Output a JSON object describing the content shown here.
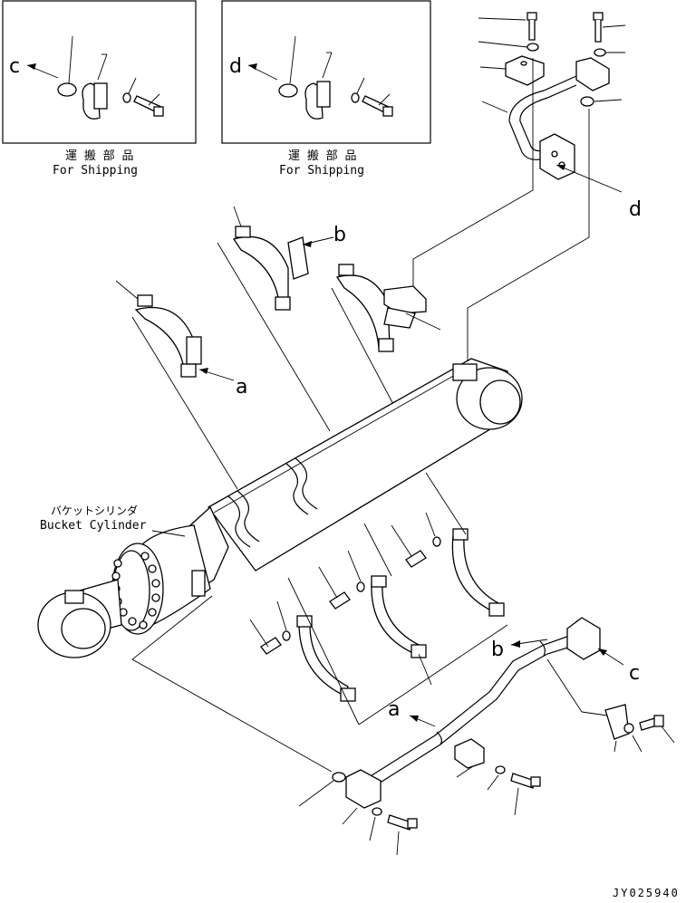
{
  "shipping_boxes": [
    {
      "letter": "c",
      "caption_jp": "運 搬 部 品",
      "caption_en": "For Shipping"
    },
    {
      "letter": "d",
      "caption_jp": "運 搬 部 品",
      "caption_en": "For Shipping"
    }
  ],
  "cylinder": {
    "label_jp": "バケットシリンダ",
    "label_en": "Bucket Cylinder"
  },
  "callouts": {
    "a_upper": "a",
    "a_lower": "a",
    "b_upper": "b",
    "b_lower": "b",
    "c_lower": "c",
    "d_right": "d"
  },
  "drawing_code": "JY025940"
}
